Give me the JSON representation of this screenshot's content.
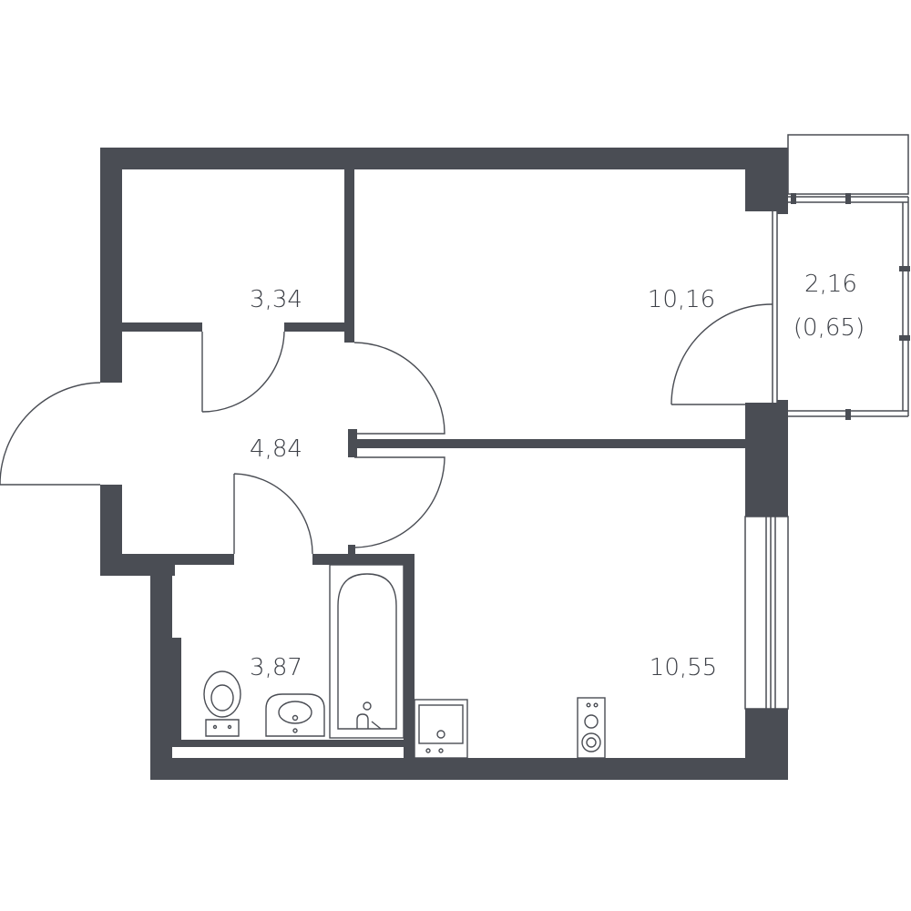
{
  "floor_plan": {
    "rooms": {
      "storage": {
        "area": "3,34"
      },
      "living_room": {
        "area": "10,16"
      },
      "balcony": {
        "area": "2,16",
        "reduced_area": "(0,65)"
      },
      "hallway": {
        "area": "4,84"
      },
      "bathroom": {
        "area": "3,87"
      },
      "kitchen_living": {
        "area": "10,55"
      }
    },
    "colors": {
      "wall": "#4a4d54",
      "background": "#ffffff"
    }
  }
}
